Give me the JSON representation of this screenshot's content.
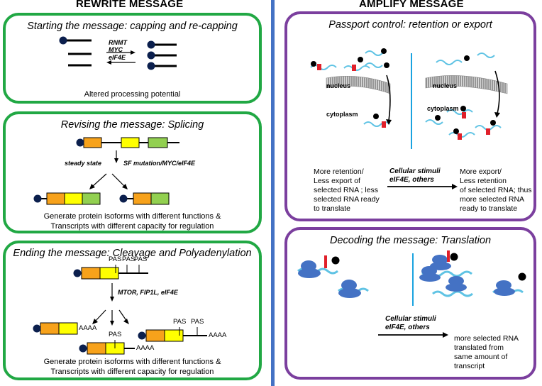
{
  "headers": {
    "rewrite": "REWRITE MESSAGE",
    "amplify": "AMPLIFY MESSAGE"
  },
  "capping": {
    "title": "Starting the message: capping and re-capping",
    "factors": [
      "RNMT",
      "MYC",
      "eIF4E"
    ],
    "caption": "Altered processing potential"
  },
  "splicing": {
    "title": "Revising the message: Splicing",
    "left_label": "steady state",
    "right_label": "SF mutation/MYC/eIF4E",
    "caption_lines": [
      "Generate protein isoforms with different functions &",
      "Transcripts with different capacity for regulation"
    ]
  },
  "polyadenylation": {
    "title": "Ending the message: Cleavage and Polyadenylation",
    "pas": "PAS",
    "factors": "MTOR, FIP1L, eIF4E",
    "tail": "AAAA",
    "caption_lines": [
      "Generate protein isoforms with different functions &",
      "Transcripts with different capacity for regulation"
    ]
  },
  "export": {
    "title": "Passport control: retention or export",
    "nucleus": "nucleus",
    "cytoplasm": "cytoplasm",
    "left_text": [
      "More retention/",
      "Less export  of",
      "selected RNA ; less",
      "selected RNA ready",
      "to translate"
    ],
    "stimuli": [
      "Cellular stimuli",
      "eIF4E, others"
    ],
    "right_text": [
      "More export/",
      "Less retention",
      " of selected RNA; thus",
      "more selected RNA",
      "ready to translate"
    ]
  },
  "translation": {
    "title": "Decoding the message: Translation",
    "stimuli": [
      "Cellular stimuli",
      "eIF4E, others"
    ],
    "right_text": [
      "more selected RNA",
      "translated from",
      "same amount of",
      "transcript"
    ]
  },
  "colors": {
    "green": "#21a844",
    "purple": "#7b3f9e",
    "divider": "#4472c4",
    "exon_orange": "#f7a21b",
    "exon_yellow": "#ffff00",
    "exon_green": "#92d050",
    "rna_blue": "#5fc3e4",
    "ribosome": "#4472c4",
    "red_mark": "#e0202a",
    "cap_navy": "#0b1f4d"
  }
}
